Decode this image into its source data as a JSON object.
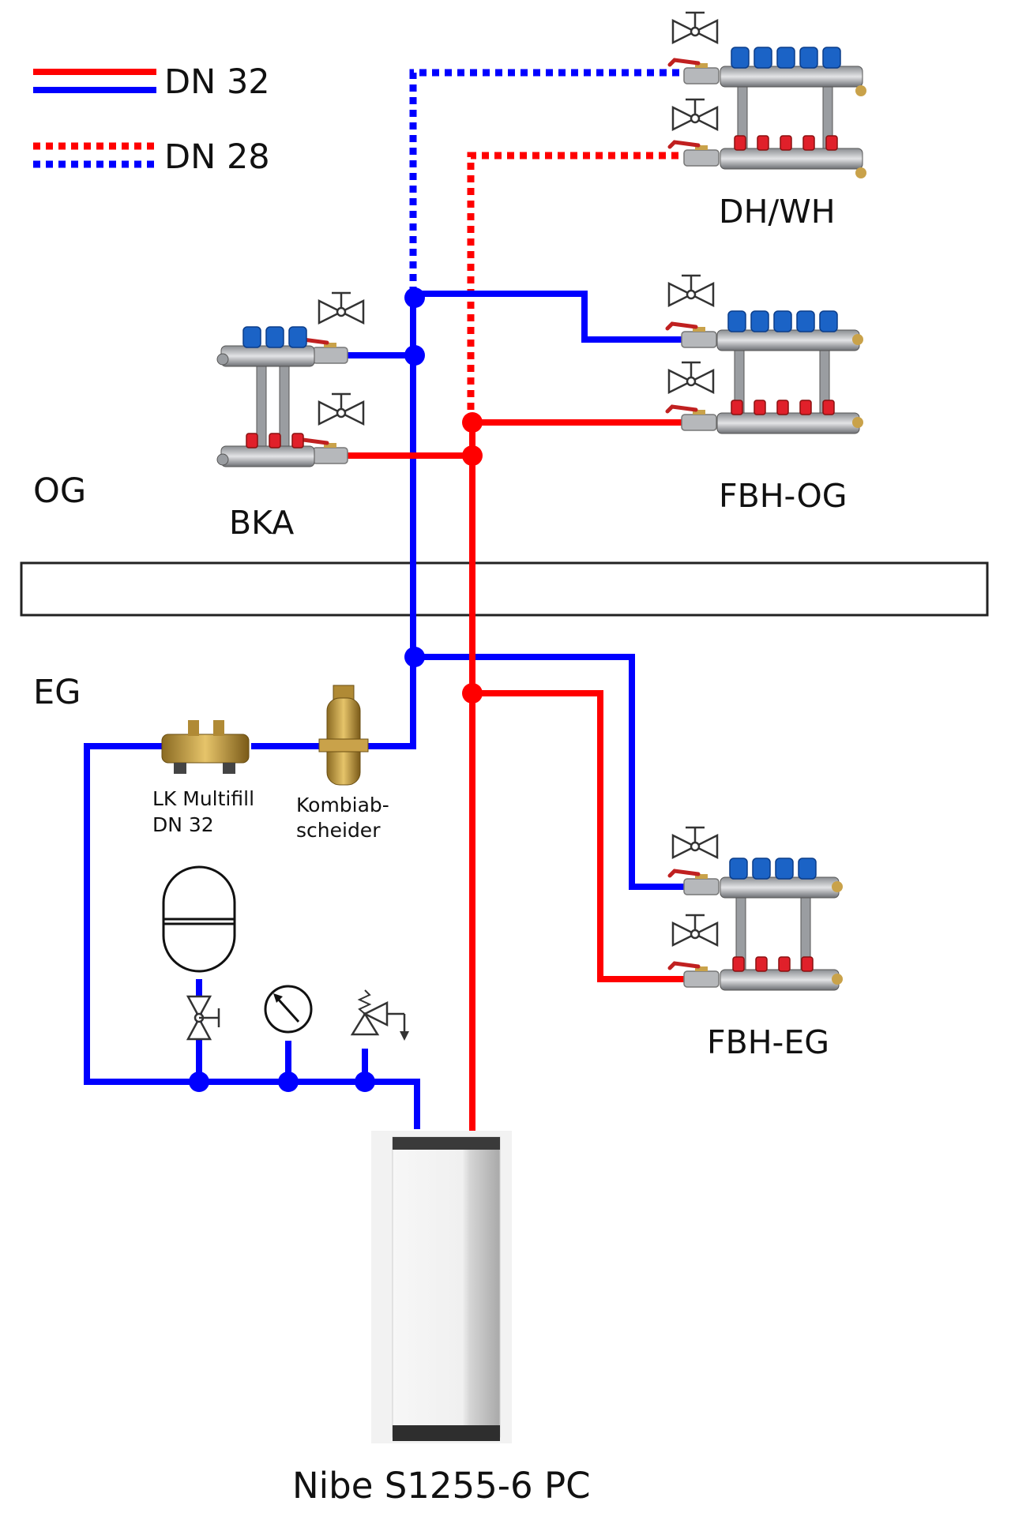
{
  "legend": {
    "solid": {
      "label": "DN 32"
    },
    "dotted": {
      "label": "DN 28"
    }
  },
  "floors": {
    "upper": "OG",
    "lower": "EG"
  },
  "manifolds": {
    "dh_wh": "DH/WH",
    "fbh_og": "FBH-OG",
    "bka": "BKA",
    "fbh_eg": "FBH-EG"
  },
  "components": {
    "multifill_line1": "LK Multifill",
    "multifill_line2": "DN 32",
    "separator_line1": "Kombiab-",
    "separator_line2": "scheider",
    "heat_pump": "Nibe S1255-6 PC"
  },
  "colors": {
    "supply": "#ff0000",
    "return": "#0000ff",
    "manifold_cap_blue": "#1b63c6",
    "manifold_cap_red": "#e0202a",
    "brass": "#c9a24a"
  },
  "icons": {
    "valve": "valve-icon",
    "pressure_gauge": "gauge-icon",
    "safety_valve": "safety-valve-icon",
    "expansion_vessel": "expansion-vessel-icon"
  }
}
